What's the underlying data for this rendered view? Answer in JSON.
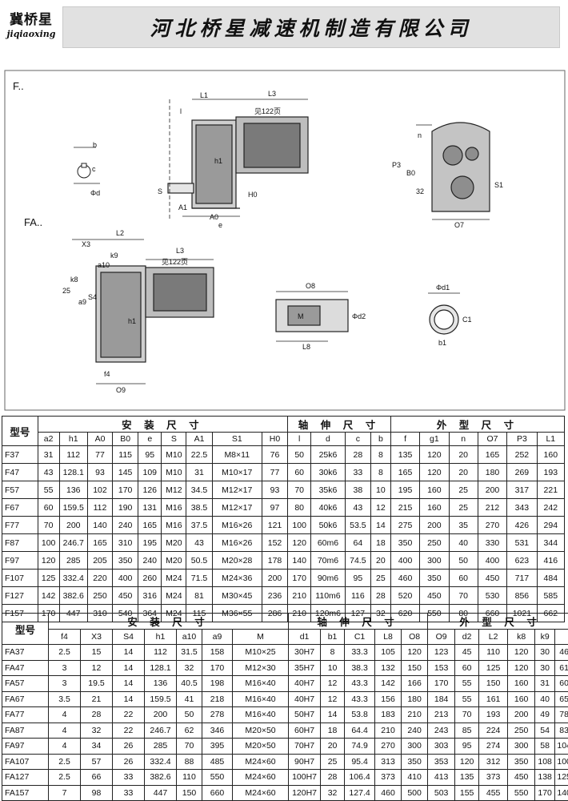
{
  "header": {
    "logo_cn": "冀桥星",
    "logo_en": "jiqiaoxing",
    "title": "河北桥星减速机制造有限公司"
  },
  "drawing": {
    "label_f": "F..",
    "label_fa": "FA..",
    "ref_note": "见122页",
    "dims_f": [
      "L1",
      "L3",
      "l",
      "b",
      "c",
      "Φd",
      "S",
      "h1",
      "H0",
      "A1",
      "A0",
      "e",
      "n",
      "P3",
      "B0",
      "32",
      "S1",
      "O7"
    ],
    "dims_fa": [
      "X3",
      "L2",
      "k9",
      "a10",
      "L3",
      "25",
      "k8",
      "a9",
      "S4",
      "h1",
      "f4",
      "O9",
      "O8",
      "L8",
      "Φd2",
      "M",
      "Φd1",
      "C1",
      "b1"
    ]
  },
  "table1": {
    "model_header": "型号",
    "groups": [
      "安 装 尺 寸",
      "轴 伸 尺 寸",
      "外 型 尺 寸"
    ],
    "columns": [
      "a2",
      "h1",
      "A0",
      "B0",
      "e",
      "S",
      "A1",
      "S1",
      "H0",
      "l",
      "d",
      "c",
      "b",
      "f",
      "g1",
      "n",
      "O7",
      "P3",
      "L1"
    ],
    "rows": [
      [
        "F37",
        "31",
        "112",
        "77",
        "115",
        "95",
        "M10",
        "22.5",
        "M8×11",
        "76",
        "50",
        "25k6",
        "28",
        "8",
        "135",
        "120",
        "20",
        "165",
        "252",
        "160"
      ],
      [
        "F47",
        "43",
        "128.1",
        "93",
        "145",
        "109",
        "M10",
        "31",
        "M10×17",
        "77",
        "60",
        "30k6",
        "33",
        "8",
        "165",
        "120",
        "20",
        "180",
        "269",
        "193"
      ],
      [
        "F57",
        "55",
        "136",
        "102",
        "170",
        "126",
        "M12",
        "34.5",
        "M12×17",
        "93",
        "70",
        "35k6",
        "38",
        "10",
        "195",
        "160",
        "25",
        "200",
        "317",
        "221"
      ],
      [
        "F67",
        "60",
        "159.5",
        "112",
        "190",
        "131",
        "M16",
        "38.5",
        "M12×17",
        "97",
        "80",
        "40k6",
        "43",
        "12",
        "215",
        "160",
        "25",
        "212",
        "343",
        "242"
      ],
      [
        "F77",
        "70",
        "200",
        "140",
        "240",
        "165",
        "M16",
        "37.5",
        "M16×26",
        "121",
        "100",
        "50k6",
        "53.5",
        "14",
        "275",
        "200",
        "35",
        "270",
        "426",
        "294"
      ],
      [
        "F87",
        "100",
        "246.7",
        "165",
        "310",
        "195",
        "M20",
        "43",
        "M16×26",
        "152",
        "120",
        "60m6",
        "64",
        "18",
        "350",
        "250",
        "40",
        "330",
        "531",
        "344"
      ],
      [
        "F97",
        "120",
        "285",
        "205",
        "350",
        "240",
        "M20",
        "50.5",
        "M20×28",
        "178",
        "140",
        "70m6",
        "74.5",
        "20",
        "400",
        "300",
        "50",
        "400",
        "623",
        "416"
      ],
      [
        "F107",
        "125",
        "332.4",
        "220",
        "400",
        "260",
        "M24",
        "71.5",
        "M24×36",
        "200",
        "170",
        "90m6",
        "95",
        "25",
        "460",
        "350",
        "60",
        "450",
        "717",
        "484"
      ],
      [
        "F127",
        "142",
        "382.6",
        "250",
        "450",
        "316",
        "M24",
        "81",
        "M30×45",
        "236",
        "210",
        "110m6",
        "116",
        "28",
        "520",
        "450",
        "70",
        "530",
        "856",
        "585"
      ],
      [
        "F157",
        "170",
        "447",
        "310",
        "540",
        "364",
        "M24",
        "115",
        "M36×55",
        "286",
        "210",
        "120m6",
        "127",
        "32",
        "620",
        "550",
        "80",
        "660",
        "1021",
        "662"
      ]
    ]
  },
  "table2": {
    "model_header": "型号",
    "groups": [
      "安 装 尺 寸",
      "轴 伸 尺 寸",
      "外 型 尺 寸"
    ],
    "columns": [
      "f4",
      "X3",
      "S4",
      "h1",
      "a10",
      "a9",
      "M",
      "d1",
      "b1",
      "C1",
      "L8",
      "O8",
      "O9",
      "d2",
      "L2",
      "k8",
      "k9"
    ],
    "rows": [
      [
        "FA37",
        "2.5",
        "15",
        "14",
        "112",
        "31.5",
        "158",
        "M10×25",
        "30H7",
        "8",
        "33.3",
        "105",
        "120",
        "123",
        "45",
        "110",
        "120",
        "30",
        "46"
      ],
      [
        "FA47",
        "3",
        "12",
        "14",
        "128.1",
        "32",
        "170",
        "M12×30",
        "35H7",
        "10",
        "38.3",
        "132",
        "150",
        "153",
        "60",
        "125",
        "120",
        "30",
        "61"
      ],
      [
        "FA57",
        "3",
        "19.5",
        "14",
        "136",
        "40.5",
        "198",
        "M16×40",
        "40H7",
        "12",
        "43.3",
        "142",
        "166",
        "170",
        "55",
        "150",
        "160",
        "31",
        "60"
      ],
      [
        "FA67",
        "3.5",
        "21",
        "14",
        "159.5",
        "41",
        "218",
        "M16×40",
        "40H7",
        "12",
        "43.3",
        "156",
        "180",
        "184",
        "55",
        "161",
        "160",
        "40",
        "65"
      ],
      [
        "FA77",
        "4",
        "28",
        "22",
        "200",
        "50",
        "278",
        "M16×40",
        "50H7",
        "14",
        "53.8",
        "183",
        "210",
        "213",
        "70",
        "193",
        "200",
        "49",
        "78"
      ],
      [
        "FA87",
        "4",
        "32",
        "22",
        "246.7",
        "62",
        "346",
        "M20×50",
        "60H7",
        "18",
        "64.4",
        "210",
        "240",
        "243",
        "85",
        "224",
        "250",
        "54",
        "83"
      ],
      [
        "FA97",
        "4",
        "34",
        "26",
        "285",
        "70",
        "395",
        "M20×50",
        "70H7",
        "20",
        "74.9",
        "270",
        "300",
        "303",
        "95",
        "274",
        "300",
        "58",
        "104"
      ],
      [
        "FA107",
        "2.5",
        "57",
        "26",
        "332.4",
        "88",
        "485",
        "M24×60",
        "90H7",
        "25",
        "95.4",
        "313",
        "350",
        "353",
        "120",
        "312",
        "350",
        "108",
        "100"
      ],
      [
        "FA127",
        "2.5",
        "66",
        "33",
        "382.6",
        "110",
        "550",
        "M24×60",
        "100H7",
        "28",
        "106.4",
        "373",
        "410",
        "413",
        "135",
        "373",
        "450",
        "138",
        "125"
      ],
      [
        "FA157",
        "7",
        "98",
        "33",
        "447",
        "150",
        "660",
        "M24×60",
        "120H7",
        "32",
        "127.4",
        "460",
        "500",
        "503",
        "155",
        "455",
        "550",
        "170",
        "140"
      ]
    ]
  }
}
